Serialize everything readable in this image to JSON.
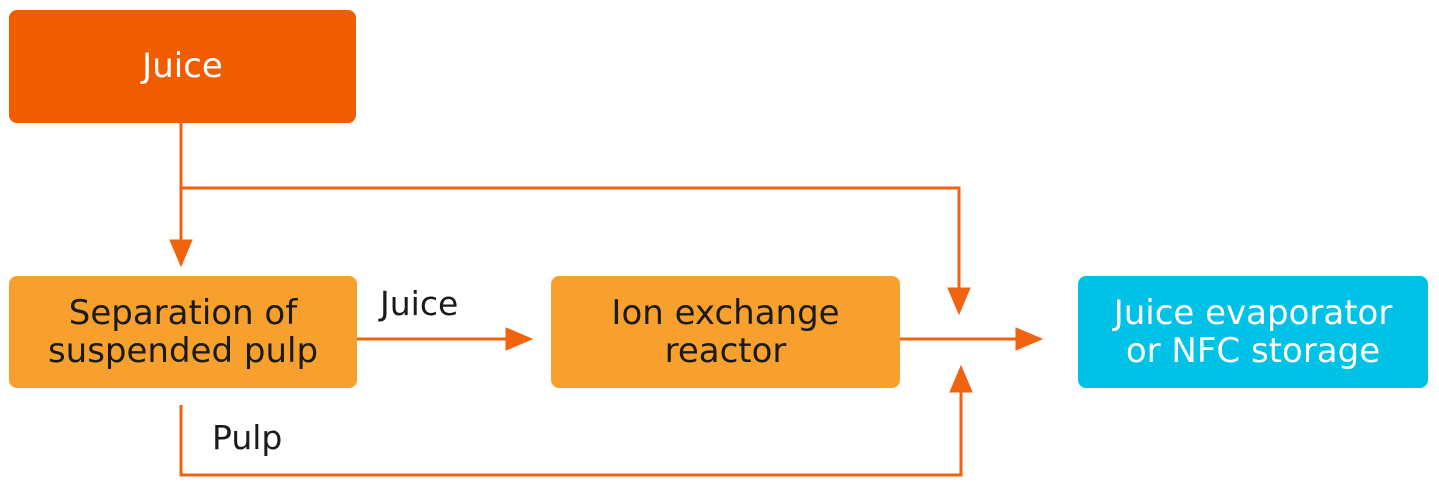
{
  "nodes": {
    "juice_source": {
      "label": "Juice"
    },
    "separation": {
      "line1": "Separation of",
      "line2": "suspended pulp"
    },
    "ion_exchange": {
      "line1": "Ion exchange",
      "line2": "reactor"
    },
    "evaporator": {
      "line1": "Juice evaporator",
      "line2": "or NFC storage"
    }
  },
  "edge_labels": {
    "juice": "Juice",
    "pulp": "Pulp"
  },
  "colors": {
    "source": "#f25c00",
    "process": "#f7a02e",
    "destination": "#00c2e6",
    "arrow": "#f2630f"
  }
}
